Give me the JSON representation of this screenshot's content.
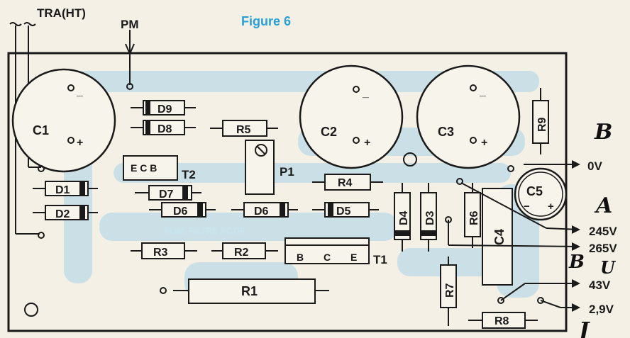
{
  "figure_title": "Figure 6",
  "input_labels": {
    "tra": "TRA(HT)",
    "pm": "PM"
  },
  "silkscreen_text": "ALIM. FILTRE ACTIF",
  "components": {
    "c1": "C1",
    "c2": "C2",
    "c3": "C3",
    "c4": "C4",
    "c5": "C5",
    "d1": "D1",
    "d2": "D2",
    "d3": "D3",
    "d4": "D4",
    "d5": "D5",
    "d6a": "D6",
    "d6b": "D6",
    "d7": "D7",
    "d8": "D8",
    "d9": "D9",
    "r1": "R1",
    "r2": "R2",
    "r3": "R3",
    "r4": "R4",
    "r5": "R5",
    "r6": "R6",
    "r7": "R7",
    "r8": "R8",
    "r9": "R9",
    "p1": "P1",
    "t1": "T1",
    "t2": "T2"
  },
  "transistor_pins": {
    "t2": "E C B",
    "t1_b": "B",
    "t1_c": "C",
    "t1_e": "E"
  },
  "polarity": {
    "minus": "_",
    "plus": "+",
    "c5_minus": "−",
    "c5_plus": "+"
  },
  "outputs": [
    "0V",
    "245V",
    "265V",
    "43V",
    "2,9V"
  ],
  "handwritten": [
    "B",
    "A",
    "B",
    "U",
    "J"
  ],
  "colors": {
    "board_trace": "#a9d4e6",
    "title": "#2a9fd6",
    "ink": "#1a1a1a"
  }
}
